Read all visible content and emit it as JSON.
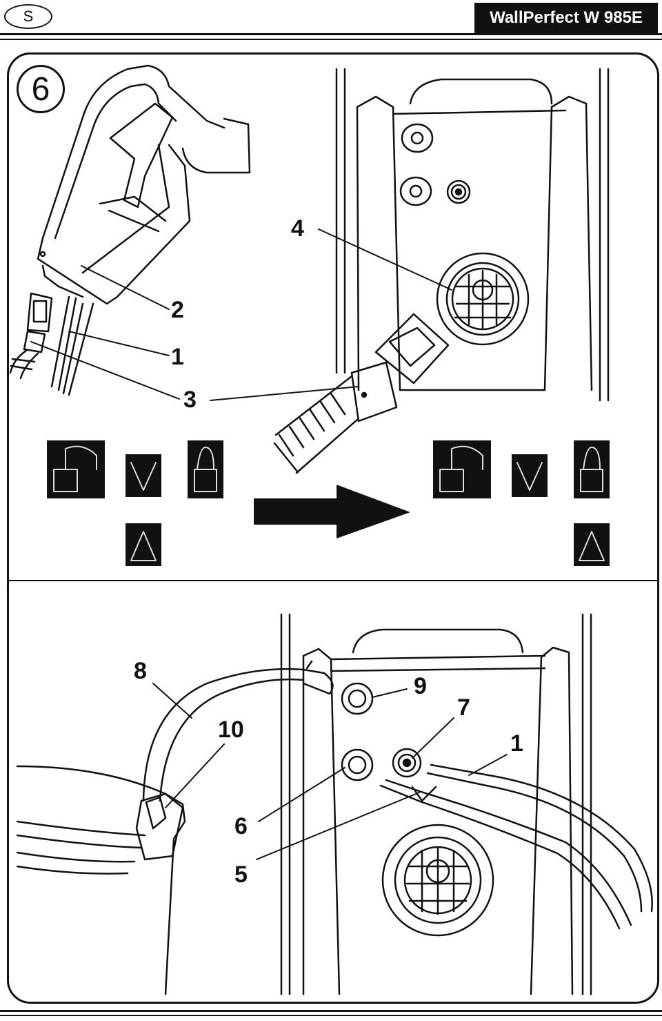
{
  "header": {
    "language_code": "S",
    "product_title": "WallPerfect W 985E"
  },
  "step": {
    "number": "6"
  },
  "callouts": {
    "top": [
      "4",
      "2",
      "1",
      "3"
    ],
    "bottom": [
      "8",
      "9",
      "7",
      "10",
      "1",
      "6",
      "5"
    ]
  },
  "icons": {
    "upper_left": [
      "padlock-open-icon",
      "arrow-down-icon",
      "padlock-closed-icon",
      "arrow-up-icon"
    ],
    "direction": "arrow-right-icon",
    "upper_right": [
      "padlock-open-icon",
      "arrow-down-icon",
      "padlock-closed-icon",
      "arrow-up-icon"
    ]
  }
}
